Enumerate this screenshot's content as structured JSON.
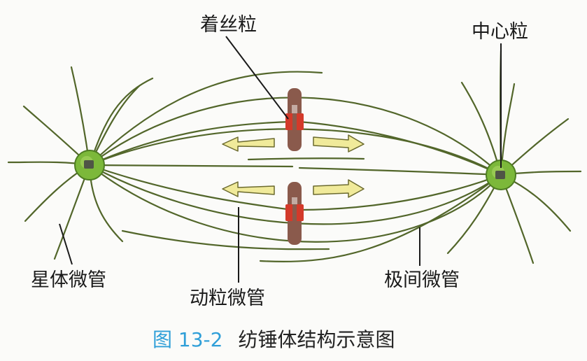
{
  "labels": {
    "kinetochore": "着丝粒",
    "centriole": "中心粒",
    "astral_microtubule": "星体微管",
    "kinetochore_microtubule": "动粒微管",
    "polar_microtubule": "极间微管"
  },
  "caption": {
    "number": "图 13-2",
    "text": "纺锤体结构示意图"
  },
  "colors": {
    "fiber": "#52662a",
    "centrosome": "#7cb83a",
    "chromosome": "#8a5a4c",
    "kinetochore": "#d33a2a",
    "arrow_fill": "#f0ea9a",
    "caption_number": "#2f9fd8"
  }
}
